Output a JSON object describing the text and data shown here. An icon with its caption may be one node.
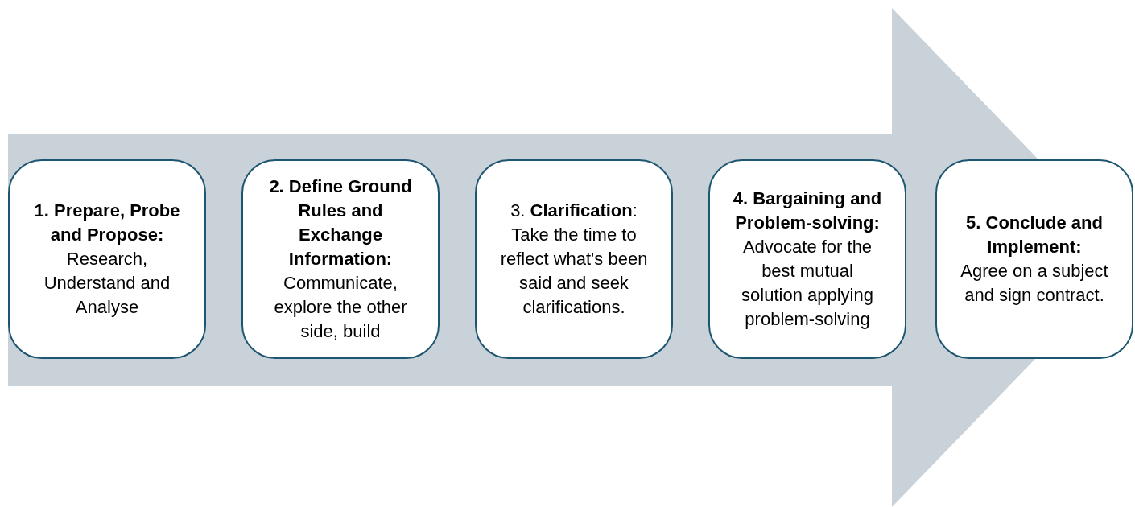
{
  "diagram": {
    "nodes": [
      {
        "text": [
          "1. Prepare, Probe and Propose:",
          "Research, Understand and Analyse"
        ]
      },
      {
        "text": [
          "2. Define Ground Rules and Exchange Information:",
          "Communicate, explore the other side, build"
        ]
      },
      {
        "text": [
          "3. **Clarification**:",
          "Take the time to reflect what's been said and seek clarifications."
        ]
      },
      {
        "text": [
          "4. Bargaining and Problem-solving:",
          "Advocate for the best mutual solution applying problem-solving"
        ]
      },
      {
        "text": [
          "5. Conclude and Implement:",
          "Agree on a subject and sign contract."
        ]
      }
    ],
    "edges": [
      {
        "from": 0,
        "to": 4,
        "arrow": "to"
      }
    ]
  }
}
